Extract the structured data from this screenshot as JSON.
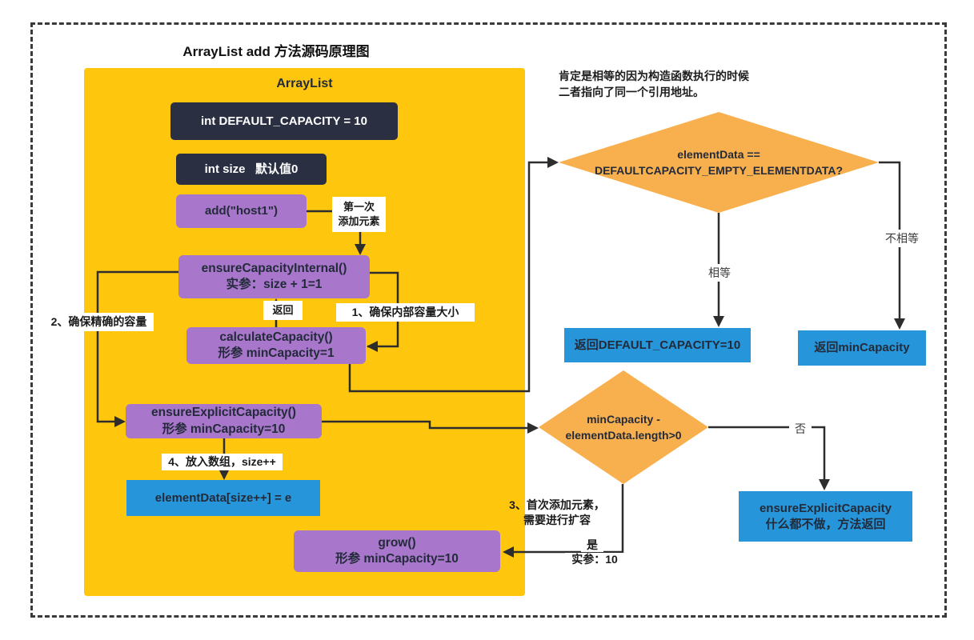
{
  "title": "ArrayList add 方法源码原理图",
  "colors": {
    "yellow": "#FFC60E",
    "purple": "#A876CB",
    "navy": "#2A3042",
    "blue": "#2795D9",
    "orange": "#F8B04F",
    "ink": "#232B3A",
    "line": "#2D2D2D"
  },
  "panel": {
    "header": "ArrayList"
  },
  "nodes": {
    "default_capacity": "int DEFAULT_CAPACITY = 10",
    "size_field": "int size   默认值0",
    "add_call": "add(\"host1\")",
    "ensure_capacity_internal_1": "ensureCapacityInternal()",
    "ensure_capacity_internal_2": "实参：size + 1=1",
    "calculate_capacity_1": "calculateCapacity()",
    "calculate_capacity_2": "形参 minCapacity=1",
    "ensure_explicit_capacity_1": "ensureExplicitCapacity()",
    "ensure_explicit_capacity_2": "形参 minCapacity=10",
    "element_data_assign": "elementData[size++] = e",
    "grow_1": "grow()",
    "grow_2": "形参 minCapacity=10",
    "diamond1_line1": "elementData ==",
    "diamond1_line2": "DEFAULTCAPACITY_EMPTY_ELEMENTDATA?",
    "diamond2_line1": "minCapacity -",
    "diamond2_line2": "elementData.length>0",
    "return_default_capacity": "返回DEFAULT_CAPACITY=10",
    "return_min_capacity": "返回minCapacity",
    "noop_return_1": "ensureExplicitCapacity",
    "noop_return_2": "什么都不做，方法返回"
  },
  "labels": {
    "first_add_1": "第一次",
    "first_add_2": "添加元素",
    "return_label": "返回",
    "step1": "1、确保内部容量大小",
    "step2": "2、确保精确的容量",
    "step3_1": "3、首次添加元素，",
    "step3_2": "需要进行扩容",
    "step4": "4、放入数组，size++",
    "equal": "相等",
    "not_equal": "不相等",
    "no": "否",
    "yes": "是",
    "arg_10": "实参：10",
    "note_1": "肯定是相等的因为构造函数执行的时候",
    "note_2": "二者指向了同一个引用地址。"
  }
}
